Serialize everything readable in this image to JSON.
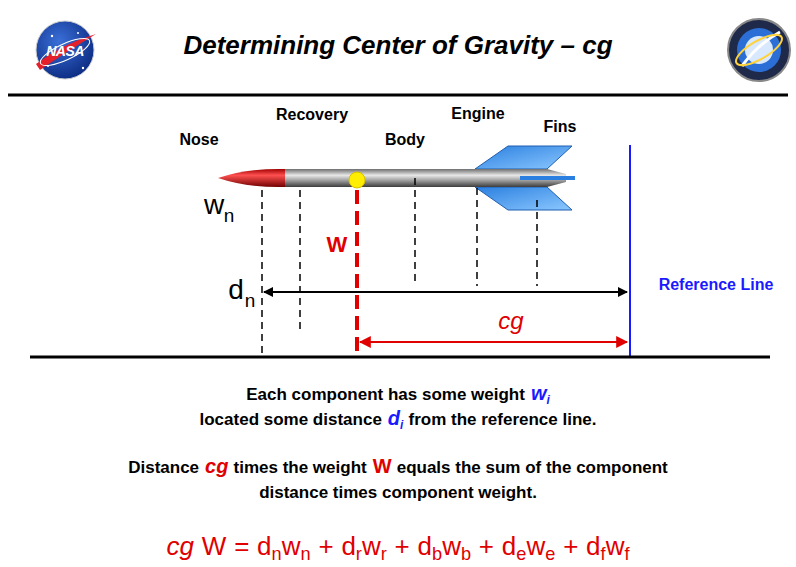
{
  "diagram": {
    "title": "Determining Center of Gravity – cg",
    "labels": [
      "NASA",
      "Recovery",
      "Engine",
      "Nose",
      "Body",
      "Fins",
      "w",
      "n",
      "W",
      "d",
      "n",
      "Reference Line",
      "cg",
      "Each component has some weight",
      "w",
      "i",
      "located some distance",
      "d",
      "i",
      "from the reference line.",
      "Distance",
      "cg",
      "times the weight",
      "W",
      "equals the sum of the component distance times component weight.",
      "cg",
      "W",
      "=",
      "d",
      "n",
      "w",
      "n",
      "+",
      "d",
      "r",
      "w",
      "r",
      "+",
      "d",
      "b",
      "w",
      "b",
      "+",
      "d",
      "e",
      "w",
      "e",
      "+",
      "d",
      "f",
      "w",
      "f"
    ]
  }
}
